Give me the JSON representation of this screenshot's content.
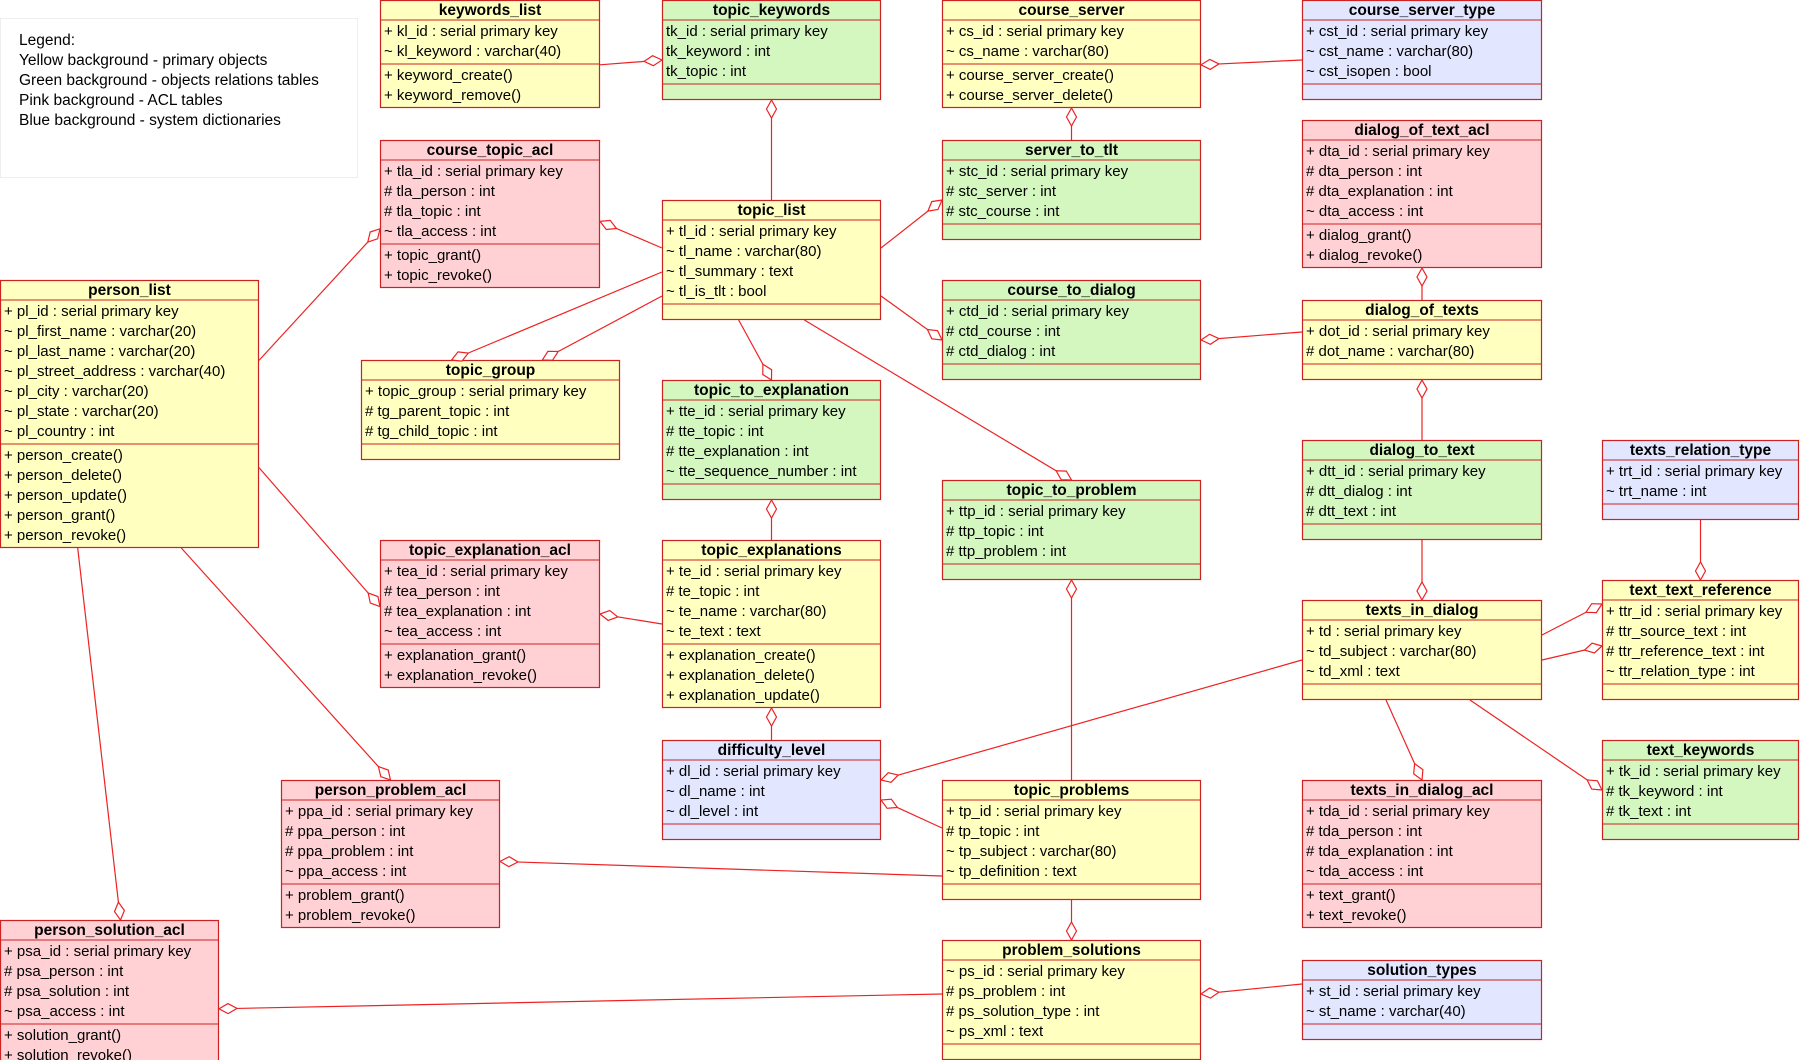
{
  "legend": {
    "title": "Legend:",
    "items": [
      "Yellow background - primary objects",
      "Green background - objects relations tables",
      "Pink background - ACL tables",
      "Blue background - system dictionaries"
    ]
  },
  "colors": {
    "primary": "#ffffc0",
    "relation": "#d4f7c0",
    "acl": "#ffd0d4",
    "dictionary": "#e2e6ff",
    "border": "#cc2222",
    "line": "#ee2222"
  },
  "tables": [
    {
      "id": "keywords_list",
      "title": "keywords_list",
      "kind": "primary",
      "attrs": [
        "+ kl_id : serial primary key",
        "~ kl_keyword : varchar(40)"
      ],
      "ops": [
        "+ keyword_create()",
        "+ keyword_remove()"
      ]
    },
    {
      "id": "topic_keywords",
      "title": "topic_keywords",
      "kind": "relation",
      "attrs": [
        "tk_id : serial primary key",
        "tk_keyword : int",
        "tk_topic : int"
      ],
      "ops": []
    },
    {
      "id": "course_server",
      "title": "course_server",
      "kind": "primary",
      "attrs": [
        "+ cs_id : serial primary key",
        "~ cs_name : varchar(80)"
      ],
      "ops": [
        "+ course_server_create()",
        "+ course_server_delete()"
      ]
    },
    {
      "id": "course_server_type",
      "title": "course_server_type",
      "kind": "dictionary",
      "attrs": [
        "+ cst_id : serial primary key",
        "~ cst_name : varchar(80)",
        "~ cst_isopen : bool"
      ],
      "ops": []
    },
    {
      "id": "course_topic_acl",
      "title": "course_topic_acl",
      "kind": "acl",
      "attrs": [
        "+ tla_id : serial primary key",
        "# tla_person : int",
        "# tla_topic : int",
        "~ tla_access : int"
      ],
      "ops": [
        "+ topic_grant()",
        "+ topic_revoke()"
      ]
    },
    {
      "id": "server_to_tlt",
      "title": "server_to_tlt",
      "kind": "relation",
      "attrs": [
        "+ stc_id : serial primary key",
        "# stc_server : int",
        "# stc_course : int"
      ],
      "ops": []
    },
    {
      "id": "dialog_of_text_acl",
      "title": "dialog_of_text_acl",
      "kind": "acl",
      "attrs": [
        "+ dta_id : serial primary key",
        "# dta_person : int",
        "# dta_explanation : int",
        "~ dta_access : int"
      ],
      "ops": [
        "+ dialog_grant()",
        "+ dialog_revoke()"
      ]
    },
    {
      "id": "topic_list",
      "title": "topic_list",
      "kind": "primary",
      "attrs": [
        "+ tl_id : serial primary key",
        "~ tl_name : varchar(80)",
        "~ tl_summary : text",
        "~ tl_is_tlt : bool"
      ],
      "ops": []
    },
    {
      "id": "person_list",
      "title": "person_list",
      "kind": "primary",
      "attrs": [
        "+ pl_id : serial primary key",
        "~ pl_first_name : varchar(20)",
        "~ pl_last_name : varchar(20)",
        "~ pl_street_address : varchar(40)",
        "~ pl_city : varchar(20)",
        "~ pl_state : varchar(20)",
        "~ pl_country : int"
      ],
      "ops": [
        "+ person_create()",
        "+ person_delete()",
        "+ person_update()",
        "+ person_grant()",
        "+ person_revoke()"
      ]
    },
    {
      "id": "course_to_dialog",
      "title": "course_to_dialog",
      "kind": "relation",
      "attrs": [
        "+ ctd_id : serial primary key",
        "# ctd_course : int",
        "# ctd_dialog : int"
      ],
      "ops": []
    },
    {
      "id": "dialog_of_texts",
      "title": "dialog_of_texts",
      "kind": "primary",
      "attrs": [
        "+ dot_id : serial primary key",
        "# dot_name : varchar(80)"
      ],
      "ops": []
    },
    {
      "id": "topic_group",
      "title": "topic_group",
      "kind": "primary",
      "attrs": [
        "+ topic_group : serial primary key",
        "# tg_parent_topic : int",
        "# tg_child_topic : int"
      ],
      "ops": []
    },
    {
      "id": "topic_to_explanation",
      "title": "topic_to_explanation",
      "kind": "relation",
      "attrs": [
        "+ tte_id : serial primary key",
        "# tte_topic : int",
        "# tte_explanation : int",
        "~ tte_sequence_number : int"
      ],
      "ops": []
    },
    {
      "id": "dialog_to_text",
      "title": "dialog_to_text",
      "kind": "relation",
      "attrs": [
        "+ dtt_id : serial primary key",
        "# dtt_dialog : int",
        "# dtt_text : int"
      ],
      "ops": []
    },
    {
      "id": "texts_relation_type",
      "title": "texts_relation_type",
      "kind": "dictionary",
      "attrs": [
        "+ trt_id : serial primary key",
        "~ trt_name : int"
      ],
      "ops": []
    },
    {
      "id": "topic_to_problem",
      "title": "topic_to_problem",
      "kind": "relation",
      "attrs": [
        "+ ttp_id : serial primary key",
        "# ttp_topic : int",
        "# ttp_problem : int"
      ],
      "ops": []
    },
    {
      "id": "topic_explanation_acl",
      "title": "topic_explanation_acl",
      "kind": "acl",
      "attrs": [
        "+ tea_id : serial primary key",
        "# tea_person : int",
        "# tea_explanation : int",
        "~ tea_access : int"
      ],
      "ops": [
        "+ explanation_grant()",
        "+ explanation_revoke()"
      ]
    },
    {
      "id": "topic_explanations",
      "title": "topic_explanations",
      "kind": "primary",
      "attrs": [
        "+ te_id : serial primary key",
        "# te_topic : int",
        "~ te_name : varchar(80)",
        "~ te_text : text"
      ],
      "ops": [
        "+ explanation_create()",
        "+ explanation_delete()",
        "+ explanation_update()"
      ]
    },
    {
      "id": "texts_in_dialog",
      "title": "texts_in_dialog",
      "kind": "primary",
      "attrs": [
        "+ td : serial primary key",
        "~ td_subject : varchar(80)",
        "~ td_xml : text"
      ],
      "ops": []
    },
    {
      "id": "text_text_reference",
      "title": "text_text_reference",
      "kind": "primary",
      "attrs": [
        "+ ttr_id : serial primary key",
        "# ttr_source_text : int",
        "# ttr_reference_text : int",
        "~ ttr_relation_type : int"
      ],
      "ops": []
    },
    {
      "id": "difficulty_level",
      "title": "difficulty_level",
      "kind": "dictionary",
      "attrs": [
        "+ dl_id : serial primary key",
        "~ dl_name : int",
        "~ dl_level : int"
      ],
      "ops": []
    },
    {
      "id": "text_keywords",
      "title": "text_keywords",
      "kind": "relation",
      "attrs": [
        "+ tk_id : serial primary key",
        "# tk_keyword : int",
        "# tk_text : int"
      ],
      "ops": []
    },
    {
      "id": "person_problem_acl",
      "title": "person_problem_acl",
      "kind": "acl",
      "attrs": [
        "+ ppa_id : serial primary key",
        "# ppa_person : int",
        "# ppa_problem : int",
        "~ ppa_access : int"
      ],
      "ops": [
        "+ problem_grant()",
        "+ problem_revoke()"
      ]
    },
    {
      "id": "topic_problems",
      "title": "topic_problems",
      "kind": "primary",
      "attrs": [
        "+ tp_id : serial primary key",
        "# tp_topic : int",
        "~ tp_subject : varchar(80)",
        "~ tp_definition : text"
      ],
      "ops": []
    },
    {
      "id": "texts_in_dialog_acl",
      "title": "texts_in_dialog_acl",
      "kind": "acl",
      "attrs": [
        "+ tda_id : serial primary key",
        "# tda_person : int",
        "# tda_explanation : int",
        "~ tda_access : int"
      ],
      "ops": [
        "+ text_grant()",
        "+ text_revoke()"
      ]
    },
    {
      "id": "person_solution_acl",
      "title": "person_solution_acl",
      "kind": "acl",
      "attrs": [
        "+ psa_id : serial primary key",
        "# psa_person : int",
        "# psa_solution : int",
        "~ psa_access : int"
      ],
      "ops": [
        "+ solution_grant()",
        "+ solution_revoke()"
      ]
    },
    {
      "id": "problem_solutions",
      "title": "problem_solutions",
      "kind": "primary",
      "attrs": [
        "~ ps_id : serial primary key",
        "# ps_problem : int",
        "# ps_solution_type : int",
        "~ ps_xml : text"
      ],
      "ops": []
    },
    {
      "id": "solution_types",
      "title": "solution_types",
      "kind": "dictionary",
      "attrs": [
        "+ st_id : serial primary key",
        "~ st_name : varchar(40)"
      ],
      "ops": []
    }
  ]
}
